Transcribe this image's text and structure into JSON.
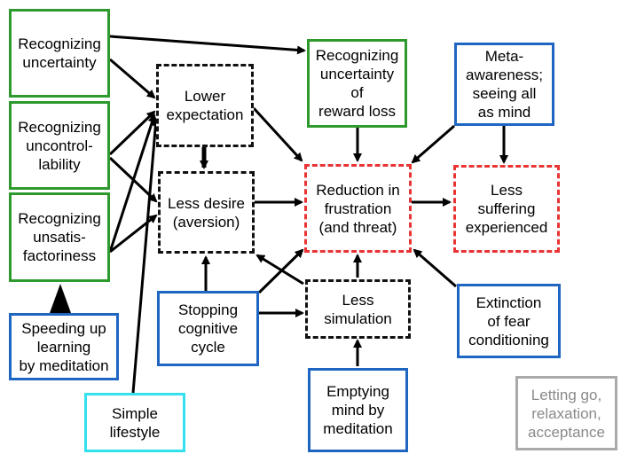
{
  "nodes": {
    "recognizing_uncertainty": "Recognizing\nuncertainty",
    "recognizing_uncontrollability": "Recognizing\nuncontrol-\nlability",
    "recognizing_unsatisfactoriness": "Recognizing\nunsatis-\nfactoriness",
    "speeding_up_learning": "Speeding up\nlearning\nby meditation",
    "simple_lifestyle": "Simple\nlifestyle",
    "lower_expectation": "Lower\nexpectation",
    "less_desire": "Less desire\n(aversion)",
    "stopping_cognitive_cycle": "Stopping\ncognitive\ncycle",
    "recognizing_uncertainty_reward_loss": "Recognizing\nuncertainty\nof\nreward loss",
    "reduction_in_frustration": "Reduction in\nfrustration\n(and threat)",
    "less_simulation": "Less\nsimulation",
    "emptying_mind": "Emptying\nmind by\nmeditation",
    "meta_awareness": "Meta-\nawareness;\nseeing all\nas mind",
    "less_suffering": "Less\nsuffering\nexperienced",
    "extinction_fear": "Extinction\nof fear\nconditioning",
    "letting_go": "Letting go,\nrelaxation,\nacceptance"
  },
  "colors": {
    "green": "#2e9a2e",
    "blue": "#1f66c2",
    "cyan": "#33e0ee",
    "gray": "#aaaaaa",
    "dashed_black": "#111111",
    "dashed_red": "#e83434",
    "arrow": "#000000"
  }
}
